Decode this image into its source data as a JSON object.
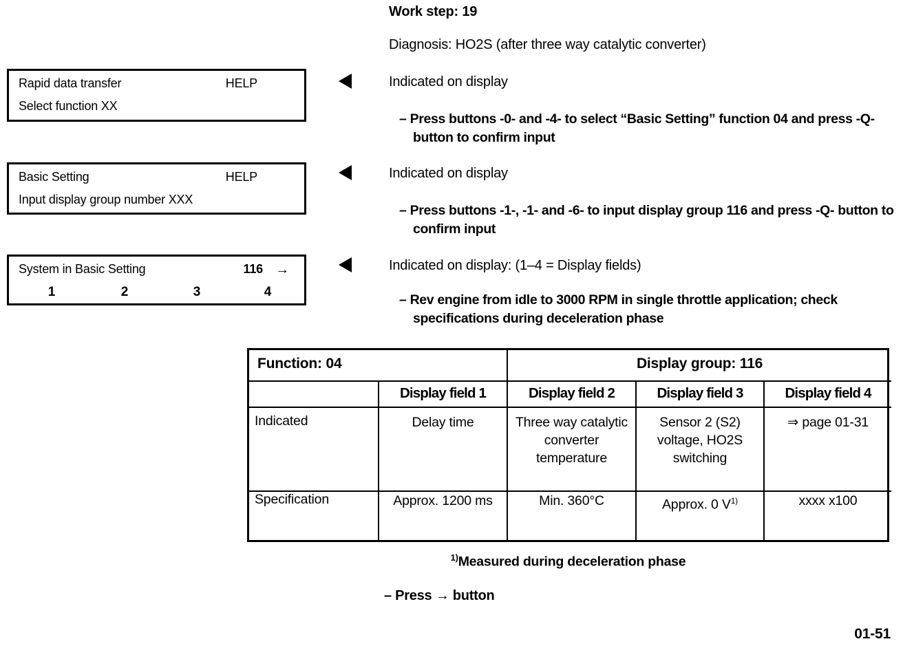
{
  "header": {
    "work_step_label": "Work step: 19",
    "diagnosis_label": "Diagnosis: HO2S (after three way catalytic converter)"
  },
  "displays": [
    {
      "line1_left": "Rapid data transfer",
      "line1_right": "HELP",
      "line2_left": "Select function XX"
    },
    {
      "line1_left": "Basic Setting",
      "line1_right": "HELP",
      "line2_left": "Input display group number XXX"
    },
    {
      "line1_left": "System in Basic Setting",
      "line1_value": "116",
      "line1_arrow": "→",
      "fields": [
        "1",
        "2",
        "3",
        "4"
      ]
    }
  ],
  "instructions": [
    {
      "title": "Indicated on display",
      "bullet": "– Press buttons -0- and -4- to select “Basic Setting” function 04 and press -Q- button to confirm input"
    },
    {
      "title": "Indicated on display",
      "bullet": "– Press buttons -1-, -1- and -6- to input display group 116 and press -Q- button to confirm input"
    },
    {
      "title": "Indicated on display: (1–4 = Display fields)",
      "bullet": "– Rev engine from idle to 3000 RPM in single throttle application; check specifications during deceleration phase"
    }
  ],
  "table": {
    "function_label": "Function: 04",
    "display_group_label": "Display group: 116",
    "corner_blank": "",
    "column_headers": [
      "Display field 1",
      "Display field 2",
      "Display field 3",
      "Display field 4"
    ],
    "rows": [
      {
        "label": "Indicated",
        "cells": [
          "Delay time",
          "Three way catalytic converter temperature",
          "Sensor 2 (S2) voltage, HO2S switching",
          "⇒ page 01-31"
        ]
      },
      {
        "label": "Specification",
        "cells": [
          "Approx. 1200 ms",
          "Min. 360°C",
          "Approx. 0 V",
          "xxxx x100"
        ]
      }
    ],
    "spec_superscript": "1)"
  },
  "footnote": {
    "marker": "1)",
    "text": "Measured during deceleration phase"
  },
  "footer": {
    "press_button": "– Press → button",
    "page_number": "01-51"
  }
}
